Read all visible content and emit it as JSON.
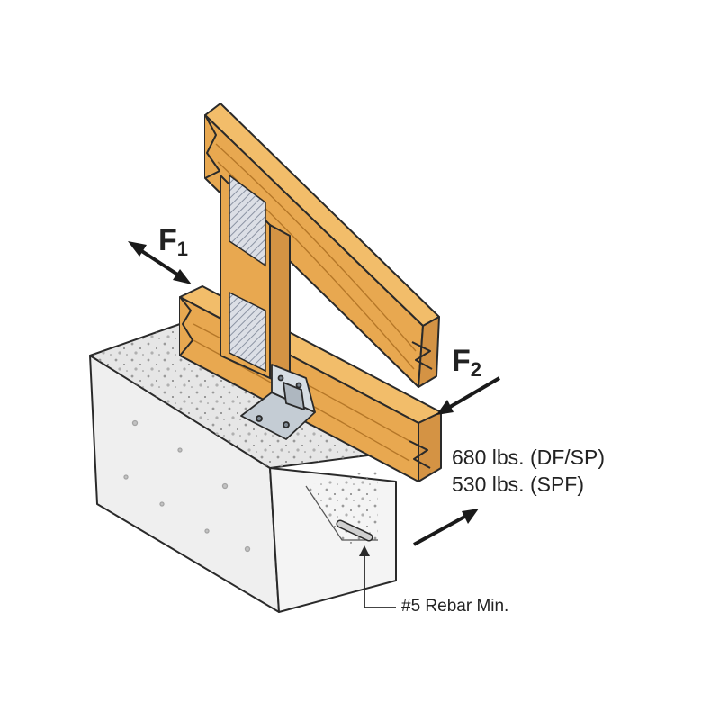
{
  "labels": {
    "f1_main": "F",
    "f1_sub": "1",
    "f2_main": "F",
    "f2_sub": "2",
    "load_line_1": "680 lbs. (DF/SP)",
    "load_line_2": "530 lbs. (SPF)",
    "rebar": "#5 Rebar Min."
  },
  "colors": {
    "wood": "#e8a850",
    "wood_dark": "#c98a35",
    "wood_grain": "#b57728",
    "concrete": "#efefef",
    "concrete_dark": "#c9c9c9",
    "outline": "#2a2a2a",
    "plate": "#c4ccd4",
    "arrow": "#1a1a1a"
  }
}
